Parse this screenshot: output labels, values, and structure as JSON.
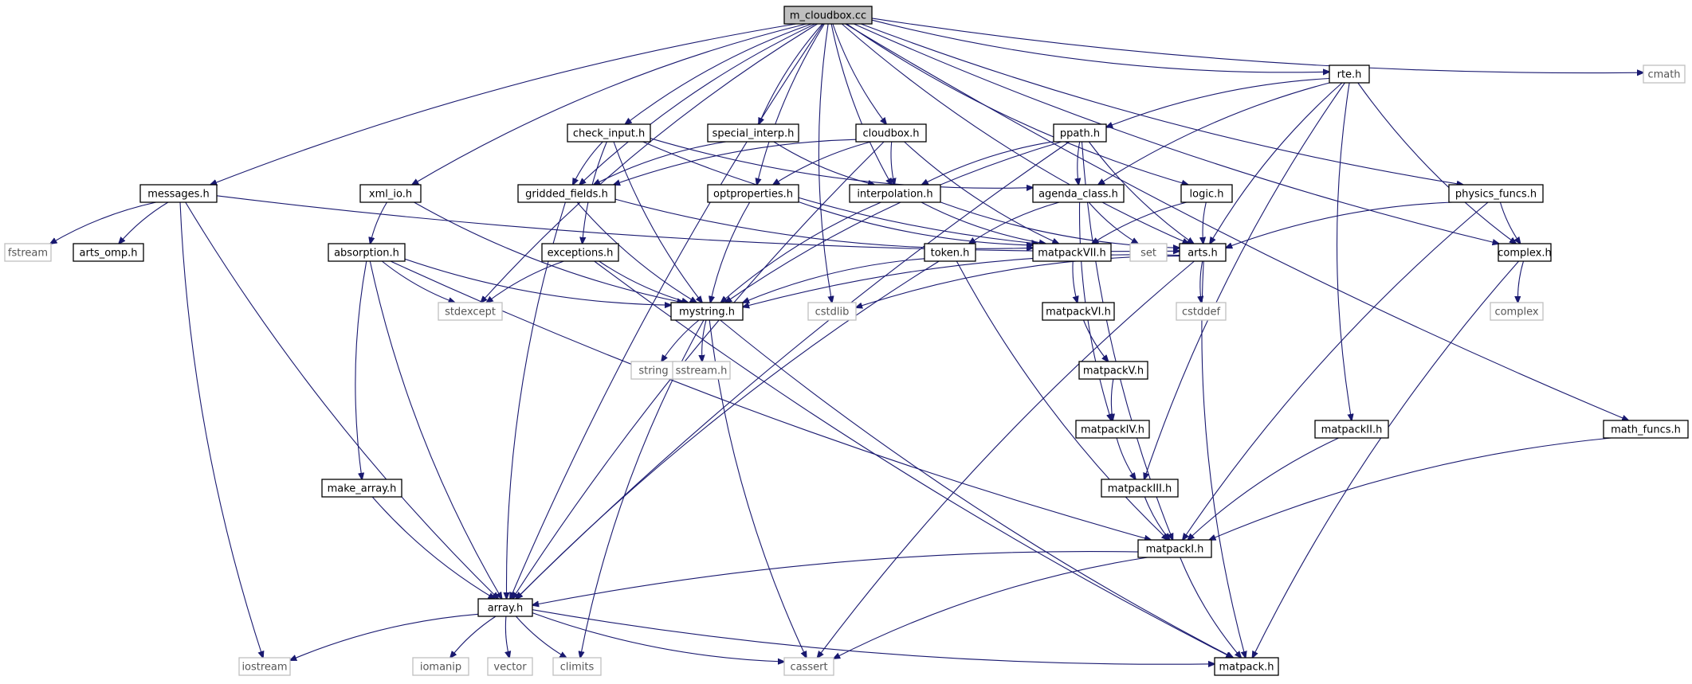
{
  "colors": {
    "edge": "#191970",
    "node_border": "#000000",
    "system_border": "#bfbfbf",
    "root_fill": "#bfbfbf",
    "node_fill": "#ffffff"
  },
  "nodes": [
    {
      "id": "m_cloudbox",
      "label": "m_cloudbox.cc",
      "kind": "root"
    },
    {
      "id": "cmath",
      "label": "cmath",
      "kind": "system"
    },
    {
      "id": "rte",
      "label": "rte.h",
      "kind": "header"
    },
    {
      "id": "check_input",
      "label": "check_input.h",
      "kind": "header"
    },
    {
      "id": "special_interp",
      "label": "special_interp.h",
      "kind": "header"
    },
    {
      "id": "cloudbox",
      "label": "cloudbox.h",
      "kind": "header"
    },
    {
      "id": "ppath",
      "label": "ppath.h",
      "kind": "header"
    },
    {
      "id": "messages",
      "label": "messages.h",
      "kind": "header"
    },
    {
      "id": "xml_io",
      "label": "xml_io.h",
      "kind": "header"
    },
    {
      "id": "gridded_fields",
      "label": "gridded_fields.h",
      "kind": "header"
    },
    {
      "id": "optproperties",
      "label": "optproperties.h",
      "kind": "header"
    },
    {
      "id": "interpolation",
      "label": "interpolation.h",
      "kind": "header"
    },
    {
      "id": "agenda_class",
      "label": "agenda_class.h",
      "kind": "header"
    },
    {
      "id": "logic",
      "label": "logic.h",
      "kind": "header"
    },
    {
      "id": "physics_funcs",
      "label": "physics_funcs.h",
      "kind": "header"
    },
    {
      "id": "fstream",
      "label": "fstream",
      "kind": "system"
    },
    {
      "id": "arts_omp",
      "label": "arts_omp.h",
      "kind": "header"
    },
    {
      "id": "absorption",
      "label": "absorption.h",
      "kind": "header"
    },
    {
      "id": "exceptions",
      "label": "exceptions.h",
      "kind": "header"
    },
    {
      "id": "token",
      "label": "token.h",
      "kind": "header"
    },
    {
      "id": "matpackVII",
      "label": "matpackVII.h",
      "kind": "header"
    },
    {
      "id": "set",
      "label": "set",
      "kind": "system"
    },
    {
      "id": "arts",
      "label": "arts.h",
      "kind": "header"
    },
    {
      "id": "complex_h",
      "label": "complex.h",
      "kind": "header"
    },
    {
      "id": "stdexcept",
      "label": "stdexcept",
      "kind": "system"
    },
    {
      "id": "mystring",
      "label": "mystring.h",
      "kind": "header"
    },
    {
      "id": "cstdlib",
      "label": "cstdlib",
      "kind": "system"
    },
    {
      "id": "cstddef",
      "label": "cstddef",
      "kind": "system"
    },
    {
      "id": "matpackVI",
      "label": "matpackVI.h",
      "kind": "header"
    },
    {
      "id": "complex",
      "label": "complex",
      "kind": "system"
    },
    {
      "id": "string",
      "label": "string",
      "kind": "system"
    },
    {
      "id": "sstream",
      "label": "sstream.h",
      "kind": "system"
    },
    {
      "id": "matpackV",
      "label": "matpackV.h",
      "kind": "header"
    },
    {
      "id": "matpackIV",
      "label": "matpackIV.h",
      "kind": "header"
    },
    {
      "id": "matpackII",
      "label": "matpackII.h",
      "kind": "header"
    },
    {
      "id": "math_funcs",
      "label": "math_funcs.h",
      "kind": "header"
    },
    {
      "id": "make_array",
      "label": "make_array.h",
      "kind": "header"
    },
    {
      "id": "matpackIII",
      "label": "matpackIII.h",
      "kind": "header"
    },
    {
      "id": "matpackI",
      "label": "matpackI.h",
      "kind": "header"
    },
    {
      "id": "array",
      "label": "array.h",
      "kind": "header"
    },
    {
      "id": "iostream",
      "label": "iostream",
      "kind": "system"
    },
    {
      "id": "iomanip",
      "label": "iomanip",
      "kind": "system"
    },
    {
      "id": "vector",
      "label": "vector",
      "kind": "system"
    },
    {
      "id": "climits",
      "label": "climits",
      "kind": "system"
    },
    {
      "id": "cassert",
      "label": "cassert",
      "kind": "system"
    },
    {
      "id": "matpack",
      "label": "matpack.h",
      "kind": "header"
    }
  ],
  "edges": [
    [
      "m_cloudbox",
      "cmath"
    ],
    [
      "m_cloudbox",
      "rte"
    ],
    [
      "m_cloudbox",
      "messages"
    ],
    [
      "m_cloudbox",
      "array"
    ],
    [
      "m_cloudbox",
      "stdexcept"
    ],
    [
      "m_cloudbox",
      "xml_io"
    ],
    [
      "m_cloudbox",
      "gridded_fields"
    ],
    [
      "m_cloudbox",
      "check_input"
    ],
    [
      "m_cloudbox",
      "special_interp"
    ],
    [
      "m_cloudbox",
      "cstdlib"
    ],
    [
      "m_cloudbox",
      "optproperties"
    ],
    [
      "m_cloudbox",
      "cloudbox"
    ],
    [
      "m_cloudbox",
      "interpolation"
    ],
    [
      "m_cloudbox",
      "logic"
    ],
    [
      "m_cloudbox",
      "arts"
    ],
    [
      "m_cloudbox",
      "physics_funcs"
    ],
    [
      "m_cloudbox",
      "math_funcs"
    ],
    [
      "m_cloudbox",
      "complex_h"
    ],
    [
      "rte",
      "ppath"
    ],
    [
      "rte",
      "agenda_class"
    ],
    [
      "rte",
      "arts"
    ],
    [
      "rte",
      "matpackIII"
    ],
    [
      "rte",
      "matpackII"
    ],
    [
      "rte",
      "complex_h"
    ],
    [
      "check_input",
      "gridded_fields"
    ],
    [
      "check_input",
      "agenda_class"
    ],
    [
      "check_input",
      "mystring"
    ],
    [
      "check_input",
      "exceptions"
    ],
    [
      "check_input",
      "matpackVII"
    ],
    [
      "special_interp",
      "gridded_fields"
    ],
    [
      "special_interp",
      "interpolation"
    ],
    [
      "cloudbox",
      "gridded_fields"
    ],
    [
      "cloudbox",
      "optproperties"
    ],
    [
      "cloudbox",
      "interpolation"
    ],
    [
      "cloudbox",
      "matpackVII"
    ],
    [
      "cloudbox",
      "array"
    ],
    [
      "ppath",
      "agenda_class"
    ],
    [
      "ppath",
      "interpolation"
    ],
    [
      "ppath",
      "arts"
    ],
    [
      "ppath",
      "mystring"
    ],
    [
      "ppath",
      "array"
    ],
    [
      "ppath",
      "matpackI"
    ],
    [
      "messages",
      "fstream"
    ],
    [
      "messages",
      "arts_omp"
    ],
    [
      "messages",
      "arts"
    ],
    [
      "messages",
      "iostream"
    ],
    [
      "messages",
      "array"
    ],
    [
      "xml_io",
      "absorption"
    ],
    [
      "xml_io",
      "mystring"
    ],
    [
      "gridded_fields",
      "mystring"
    ],
    [
      "gridded_fields",
      "array"
    ],
    [
      "gridded_fields",
      "matpackVII"
    ],
    [
      "optproperties",
      "mystring"
    ],
    [
      "optproperties",
      "matpackVII"
    ],
    [
      "interpolation",
      "mystring"
    ],
    [
      "interpolation",
      "arts"
    ],
    [
      "interpolation",
      "matpackVII"
    ],
    [
      "agenda_class",
      "token"
    ],
    [
      "agenda_class",
      "set"
    ],
    [
      "agenda_class",
      "matpackIV"
    ],
    [
      "logic",
      "arts"
    ],
    [
      "logic",
      "matpackVII"
    ],
    [
      "physics_funcs",
      "arts"
    ],
    [
      "physics_funcs",
      "complex_h"
    ],
    [
      "physics_funcs",
      "matpackI"
    ],
    [
      "absorption",
      "stdexcept"
    ],
    [
      "absorption",
      "mystring"
    ],
    [
      "absorption",
      "make_array"
    ],
    [
      "absorption",
      "array"
    ],
    [
      "absorption",
      "matpackI"
    ],
    [
      "exceptions",
      "stdexcept"
    ],
    [
      "exceptions",
      "mystring"
    ],
    [
      "exceptions",
      "matpack"
    ],
    [
      "token",
      "mystring"
    ],
    [
      "token",
      "array"
    ],
    [
      "token",
      "matpackI"
    ],
    [
      "matpackVII",
      "matpackVI"
    ],
    [
      "arts",
      "cstddef"
    ],
    [
      "arts",
      "cstdlib"
    ],
    [
      "arts",
      "mystring"
    ],
    [
      "arts",
      "cassert"
    ],
    [
      "arts",
      "matpack"
    ],
    [
      "complex_h",
      "complex"
    ],
    [
      "complex_h",
      "matpack"
    ],
    [
      "mystring",
      "string"
    ],
    [
      "mystring",
      "sstream"
    ],
    [
      "mystring",
      "climits"
    ],
    [
      "mystring",
      "cassert"
    ],
    [
      "mystring",
      "matpack"
    ],
    [
      "matpackVI",
      "matpackV"
    ],
    [
      "matpackV",
      "matpackIV"
    ],
    [
      "matpackIV",
      "matpackIII"
    ],
    [
      "matpackIII",
      "matpackI"
    ],
    [
      "matpackII",
      "matpackI"
    ],
    [
      "math_funcs",
      "matpackI"
    ],
    [
      "make_array",
      "array"
    ],
    [
      "matpackI",
      "array"
    ],
    [
      "matpackI",
      "cassert"
    ],
    [
      "matpackI",
      "matpack"
    ],
    [
      "array",
      "iostream"
    ],
    [
      "array",
      "iomanip"
    ],
    [
      "array",
      "vector"
    ],
    [
      "array",
      "climits"
    ],
    [
      "array",
      "cassert"
    ],
    [
      "array",
      "matpack"
    ]
  ]
}
